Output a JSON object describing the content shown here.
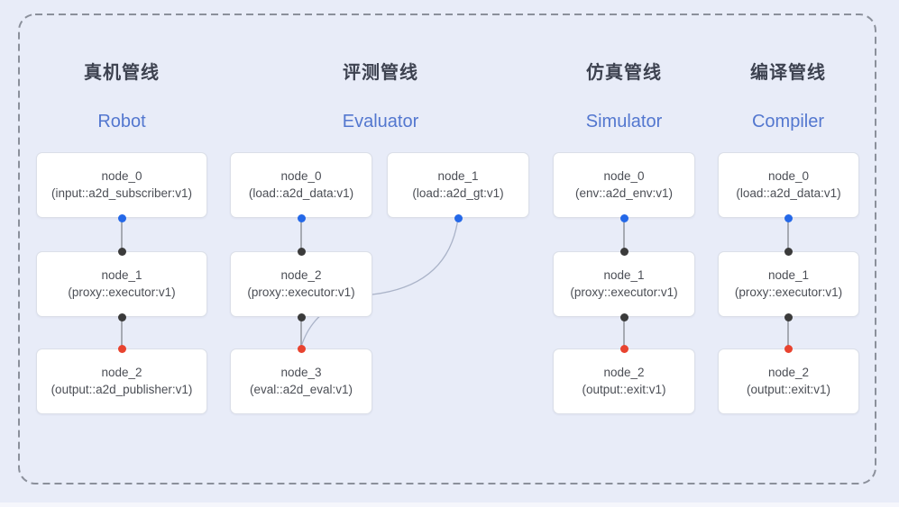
{
  "diagram": {
    "pipelines": [
      {
        "key": "robot",
        "title_zh": "真机管线",
        "title_en": "Robot",
        "nodes": [
          {
            "name": "node_0",
            "impl": "(input::a2d_subscriber:v1)"
          },
          {
            "name": "node_1",
            "impl": "(proxy::executor:v1)"
          },
          {
            "name": "node_2",
            "impl": "(output::a2d_publisher:v1)"
          }
        ]
      },
      {
        "key": "evaluator",
        "title_zh": "评测管线",
        "title_en": "Evaluator",
        "nodes": [
          {
            "name": "node_0",
            "impl": "(load::a2d_data:v1)"
          },
          {
            "name": "node_1",
            "impl": "(load::a2d_gt:v1)"
          },
          {
            "name": "node_2",
            "impl": "(proxy::executor:v1)"
          },
          {
            "name": "node_3",
            "impl": "(eval::a2d_eval:v1)"
          }
        ]
      },
      {
        "key": "simulator",
        "title_zh": "仿真管线",
        "title_en": "Simulator",
        "nodes": [
          {
            "name": "node_0",
            "impl": "(env::a2d_env:v1)"
          },
          {
            "name": "node_1",
            "impl": "(proxy::executor:v1)"
          },
          {
            "name": "node_2",
            "impl": "(output::exit:v1)"
          }
        ]
      },
      {
        "key": "compiler",
        "title_zh": "编译管线",
        "title_en": "Compiler",
        "nodes": [
          {
            "name": "node_0",
            "impl": "(load::a2d_data:v1)"
          },
          {
            "name": "node_1",
            "impl": "(proxy::executor:v1)"
          },
          {
            "name": "node_2",
            "impl": "(output::exit:v1)"
          }
        ]
      }
    ],
    "colors": {
      "background": "#e8ecf8",
      "frame_dash": "#8b909b",
      "title_zh": "#3d4250",
      "title_en": "#5377cf",
      "node_bg": "#ffffff",
      "node_border": "#dbdfe8",
      "node_text": "#4b4e55",
      "edge_line": "#82868e",
      "edge_curve": "#aab3c8",
      "port_blue": "#2468e8",
      "port_black": "#3b3b3b",
      "port_red": "#e8432f"
    }
  }
}
